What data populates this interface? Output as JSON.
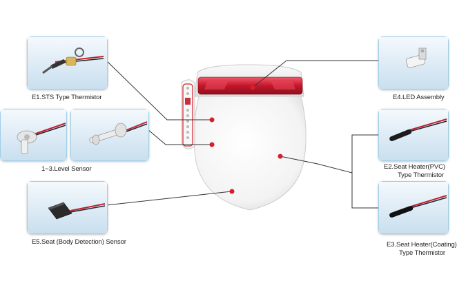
{
  "components": {
    "e1": {
      "label": "E1.STS Type Thermistor"
    },
    "level": {
      "label": "1~3.Level Sensor"
    },
    "e5": {
      "label": "E5.Seat (Body Detection) Sensor"
    },
    "e4": {
      "label": "E4.LED Assembly"
    },
    "e2": {
      "label_line1": "E2.Seat Heater(PVC)",
      "label_line2": "Type Thermistor"
    },
    "e3": {
      "label_line1": "E3.Seat Heater(Coating)",
      "label_line2": "Type Thermistor"
    }
  },
  "colors": {
    "accent_red": "#d41f2b",
    "thumb_bg": "#e8f1f8",
    "thumb_border": "#9fcde8",
    "wire": "#333333"
  }
}
